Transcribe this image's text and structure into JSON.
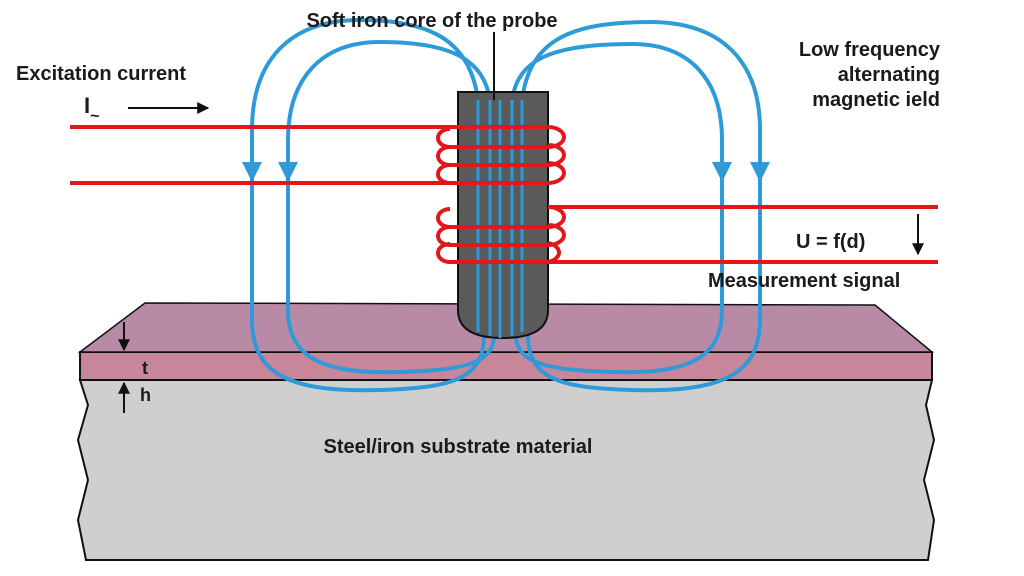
{
  "labels": {
    "probe_core": "Soft iron core of the probe",
    "excitation": "Excitation current",
    "current_symbol": "I",
    "current_subscript": "~",
    "field_line1": "Low frequency",
    "field_line2": "alternating",
    "field_line3": "magnetic ield",
    "signal_formula": "U = f(d)",
    "signal_label": "Measurement signal",
    "thickness": "t",
    "height": "h",
    "substrate": "Steel/iron substrate material"
  },
  "colors": {
    "excitation_wire": "#e3161c",
    "field_lines": "#2e9ad8",
    "core": "#5a5a5a",
    "coating": "#c8869a",
    "substrate": "#cfcfcf"
  }
}
